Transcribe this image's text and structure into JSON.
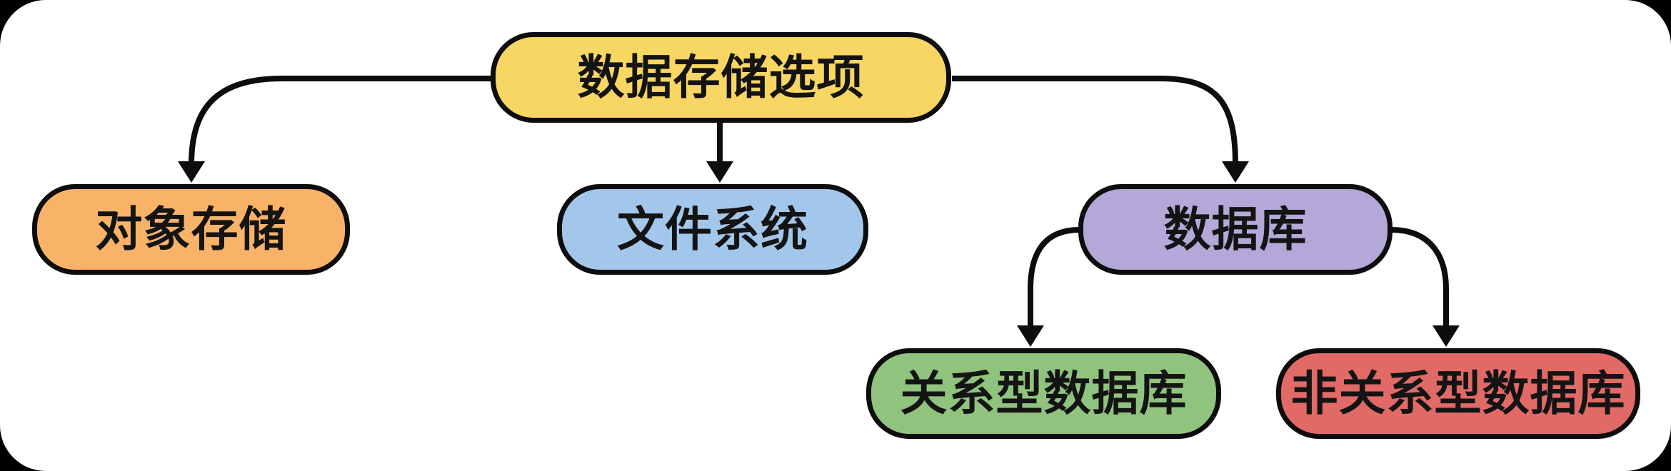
{
  "diagram": {
    "type": "tree-flowchart",
    "background_color": "#000000",
    "canvas_color": "#ffffff",
    "line_color": "#0d0d0d",
    "text_color": "#141414",
    "nodes": [
      {
        "id": "data-storage-options",
        "label": "数据存储选项",
        "fill": "#F8D664",
        "level": "root"
      },
      {
        "id": "object-storage",
        "label": "对象存储",
        "fill": "#F8B369",
        "level": "child"
      },
      {
        "id": "file-system",
        "label": "文件系统",
        "fill": "#A3C7EA",
        "level": "child"
      },
      {
        "id": "database",
        "label": "数据库",
        "fill": "#B3A8D7",
        "level": "child"
      },
      {
        "id": "relational-db",
        "label": "关系型数据库",
        "fill": "#90C47E",
        "level": "grandchild"
      },
      {
        "id": "non-relational-db",
        "label": "非关系型数据库",
        "fill": "#E26A66",
        "level": "grandchild"
      }
    ],
    "edges": [
      {
        "from": "数据存储选项",
        "to": "对象存储"
      },
      {
        "from": "数据存储选项",
        "to": "文件系统"
      },
      {
        "from": "数据存储选项",
        "to": "数据库"
      },
      {
        "from": "数据库",
        "to": "关系型数据库"
      },
      {
        "from": "数据库",
        "to": "非关系型数据库"
      }
    ]
  }
}
